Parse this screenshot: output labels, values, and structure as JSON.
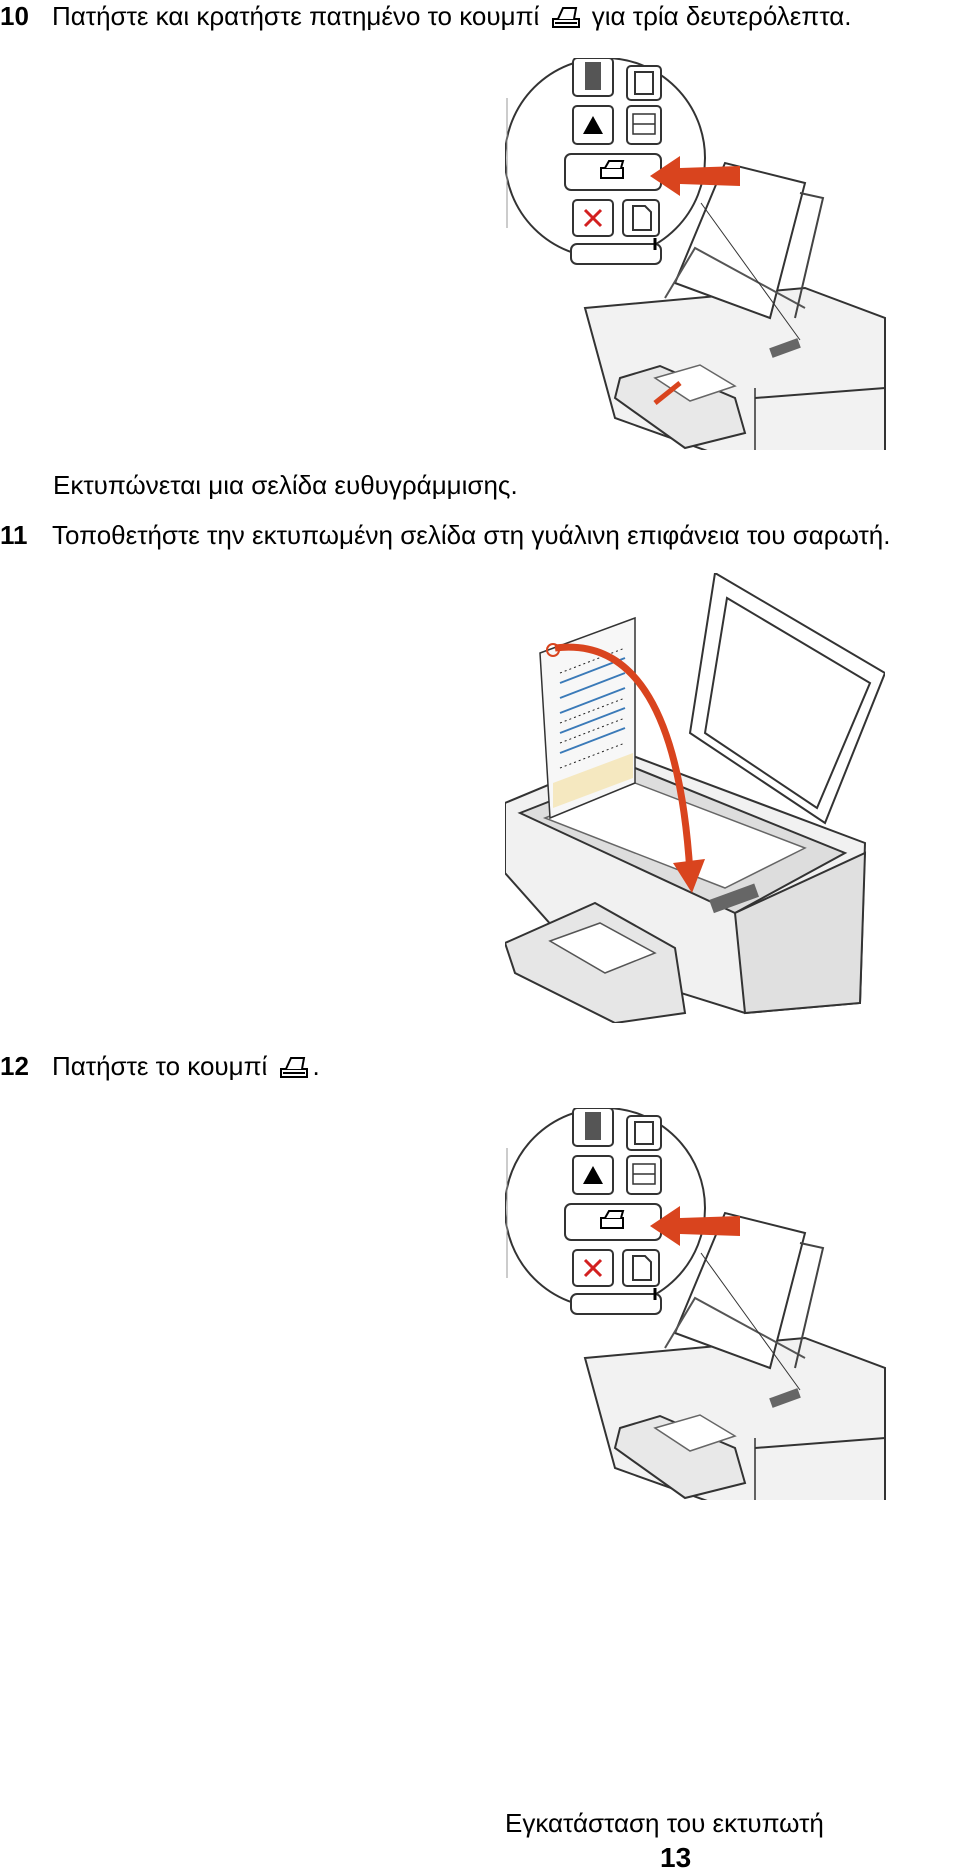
{
  "steps": [
    {
      "number": "10",
      "text_before_icon": "Πατήστε και κρατήστε πατημένο το κουμπί",
      "icon": "scan-button-icon",
      "text_after_icon": "για τρία δευτερόλεπτα."
    },
    {
      "number": "11",
      "text": "Τοποθετήστε την εκτυπωμένη σελίδα στη γυάλινη επιφάνεια του σαρωτή."
    },
    {
      "number": "12",
      "text_before_icon": "Πατήστε το κουμπί",
      "icon": "scan-button-icon",
      "text_after_icon": "."
    }
  ],
  "step10_result": "Εκτυπώνεται μια σελίδα ευθυγράμμισης.",
  "footer": {
    "title": "Εγκατάσταση του εκτυπωτή",
    "page_number": "13"
  },
  "colors": {
    "arrow": "#d9441e",
    "cancel": "#d32020",
    "printer_body": "#efefef",
    "outline": "#333333"
  }
}
